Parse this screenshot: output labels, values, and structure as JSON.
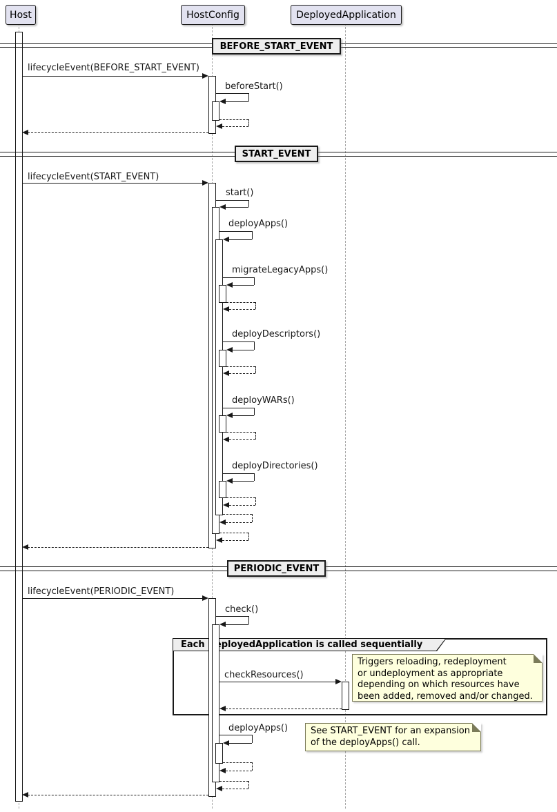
{
  "participants": {
    "host": "Host",
    "host_config": "HostConfig",
    "deployed_application": "DeployedApplication"
  },
  "dividers": {
    "before_start": "BEFORE_START_EVENT",
    "start": "START_EVENT",
    "periodic": "PERIODIC_EVENT"
  },
  "messages": {
    "lifecycle_before_start": "lifecycleEvent(BEFORE_START_EVENT)",
    "before_start": "beforeStart()",
    "lifecycle_start": "lifecycleEvent(START_EVENT)",
    "start": "start()",
    "deploy_apps": "deployApps()",
    "migrate_legacy_apps": "migrateLegacyApps()",
    "deploy_descriptors": "deployDescriptors()",
    "deploy_wars": "deployWARs()",
    "deploy_directories": "deployDirectories()",
    "lifecycle_periodic": "lifecycleEvent(PERIODIC_EVENT)",
    "check": "check()",
    "check_resources": "checkResources()",
    "deploy_apps_periodic": "deployApps()"
  },
  "group": {
    "title": "Each DeployedApplication is called sequentially"
  },
  "notes": {
    "check_resources_note": "Triggers reloading, redeployment\nor undeployment as appropriate\ndepending on which resources have\nbeen added, removed and/or changed.",
    "deploy_apps_note": "See START_EVENT for an expansion\nof the deployApps() call."
  },
  "colors": {
    "participant_fill": "#E2E2F0",
    "divider_fill": "#EEEEEE",
    "note_fill": "#FEFFDD",
    "line": "#181818"
  }
}
